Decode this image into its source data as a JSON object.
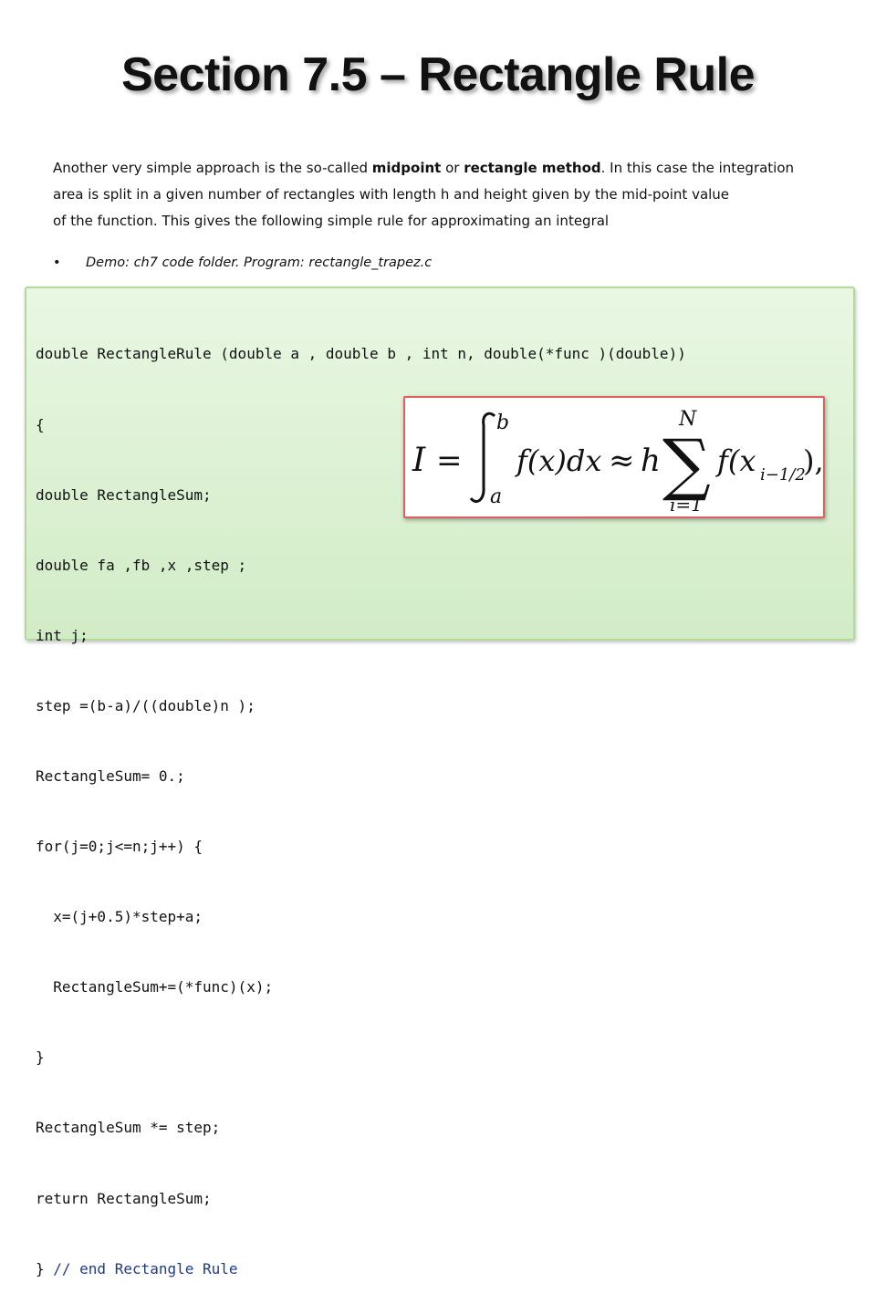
{
  "slide": {
    "title": "Section 7.5 – Rectangle Rule",
    "paragraph": {
      "line1_a": "Another very simple approach is the so-called ",
      "line1_b": "midpoint",
      "line1_c": " or ",
      "line1_d": "rectangle method",
      "line1_e": ". In this case the integration",
      "line2": "area is split in a given number of rectangles with length h and height given by the mid-point value",
      "line3": "of the function. This gives the following simple rule for approximating an integral"
    },
    "bullet": {
      "marker": "•",
      "text": "Demo: ch7 code folder. Program: rectangle_trapez.c"
    }
  },
  "code": {
    "lines": [
      "double RectangleRule (double a , double b , int n, double(*func )(double))",
      "{",
      "double RectangleSum;",
      "double fa ,fb ,x ,step ;",
      "int j;",
      "step =(b-a)/((double)n );",
      "RectangleSum= 0.;",
      "for(j=0;j<=n;j++) {",
      "  x=(j+0.5)*step+a;",
      "  RectangleSum+=(*func)(x);",
      "}",
      "RectangleSum *= step;",
      "return RectangleSum;"
    ],
    "last_brace": "} ",
    "last_comment": "// end Rectangle Rule"
  },
  "formula": {
    "lhs": "I",
    "eq": "=",
    "int_upper": "b",
    "int_lower": "a",
    "integrand": "f(x)dx",
    "approx": "≈",
    "h": "h",
    "sum_upper": "N",
    "sum_lower": "i=1",
    "term": "f(x",
    "sub": "i−1/2",
    "close": "),"
  },
  "colors": {
    "code_bg": "#d9efcf",
    "code_border": "#b0d99b",
    "comment": "#1f3a8a",
    "formula_border": "#e06060"
  }
}
